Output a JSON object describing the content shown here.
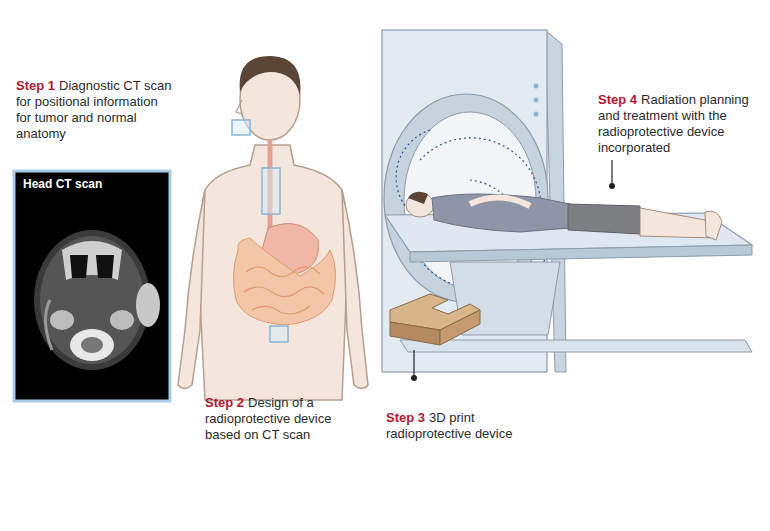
{
  "diagram": {
    "nodes": [
      {
        "text": [
          "Head CT scan"
        ]
      }
    ],
    "labels": [
      "Step 1",
      "Diagnostic CT scan for positional information for tumor and normal anatomy",
      "Step 2",
      "Design of a radioprotective device based on CT scan",
      "Step 3",
      "3D print radioprotective device",
      "Step 4",
      "Radiation planning and treatment with the radioprotective device incorporated"
    ]
  }
}
